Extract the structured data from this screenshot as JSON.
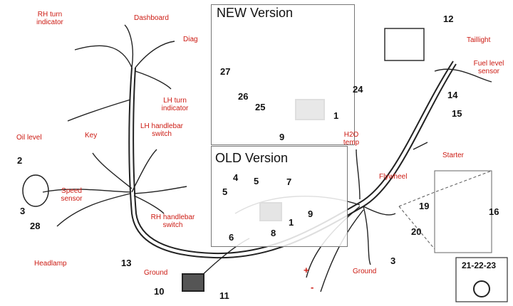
{
  "colors": {
    "label": "#cc1a12",
    "number": "#111111",
    "wire": "#222222"
  },
  "panels": {
    "new_title": "NEW Version",
    "old_title": "OLD Version",
    "kit_label": "21-22-23"
  },
  "labels": {
    "dashboard": "Dashboard",
    "rh_turn": "RH turn indicator",
    "diag": "Diag",
    "lh_turn": "LH turn indicator",
    "oil": "Oil level",
    "key": "Key",
    "lh_switch": "LH handlebar switch",
    "speed": "Speed sensor",
    "rh_switch": "RH handlebar switch",
    "headlamp": "Headlamp",
    "ground1": "Ground",
    "ground2": "Ground",
    "taillight": "Taillight",
    "fuel": "Fuel level sensor",
    "starter": "Starter",
    "h2o": "H2O temp",
    "flywheel": "Flywheel",
    "plus": "+",
    "minus": "-"
  },
  "numbers": {
    "n2": "2",
    "n3a": "3",
    "n28": "28",
    "n13": "13",
    "n10": "10",
    "n11": "11",
    "n27": "27",
    "n26": "26",
    "n25": "25",
    "n24": "24",
    "n1new": "1",
    "n9new": "9",
    "n4": "4",
    "n5a": "5",
    "n5b": "5",
    "n7": "7",
    "n6": "6",
    "n8": "8",
    "n1old": "1",
    "n9old": "9",
    "n12": "12",
    "n14": "14",
    "n15": "15",
    "n19": "19",
    "n16": "16",
    "n20": "20",
    "n3b": "3"
  }
}
